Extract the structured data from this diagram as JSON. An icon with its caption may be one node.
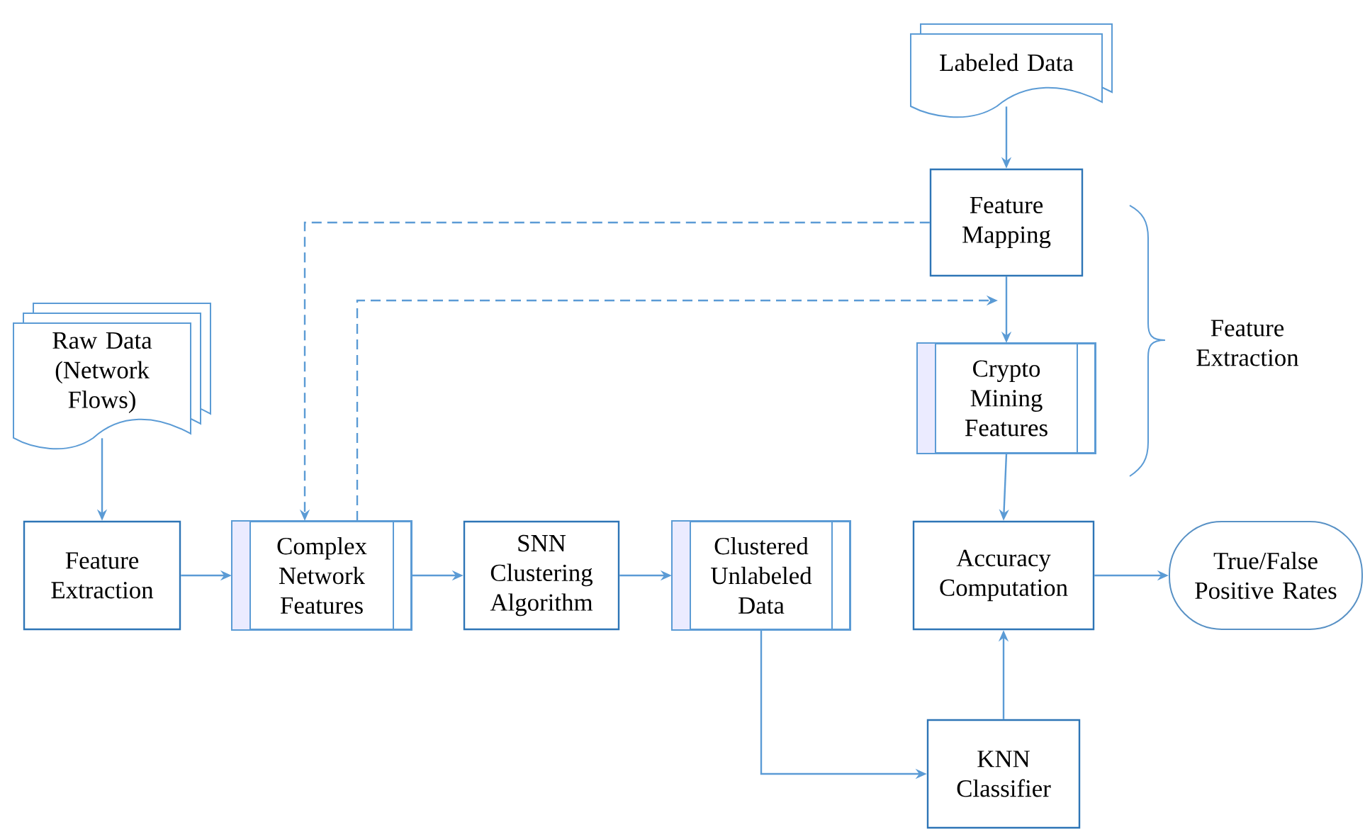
{
  "diagram": {
    "nodes": [
      {
        "text": [
          "Raw Data (Network Flows)"
        ]
      },
      {
        "text": [
          "Labeled Data"
        ]
      },
      {
        "text": [
          "Feature Mapping"
        ]
      },
      {
        "text": [
          "Crypto Mining Features"
        ]
      },
      {
        "text": [
          "Feature Extraction"
        ]
      },
      {
        "text": [
          "Complex Network Features"
        ]
      },
      {
        "text": [
          "SNN Clustering Algorithm"
        ]
      },
      {
        "text": [
          "Clustered Unlabeled Data"
        ]
      },
      {
        "text": [
          "Accuracy Computation"
        ]
      },
      {
        "text": [
          "True/False Positive Rates"
        ]
      },
      {
        "text": [
          "KNN Classifier"
        ]
      }
    ],
    "edges": [
      {
        "from": 0,
        "to": 4,
        "arrow": "to"
      },
      {
        "from": 4,
        "to": 5,
        "arrow": "to"
      },
      {
        "from": 5,
        "to": 6,
        "arrow": "to"
      },
      {
        "from": 6,
        "to": 7,
        "arrow": "to"
      },
      {
        "from": 7,
        "to": 10,
        "arrow": "to"
      },
      {
        "from": 10,
        "to": 8,
        "arrow": "to"
      },
      {
        "from": 8,
        "to": 9,
        "arrow": "to"
      },
      {
        "from": 1,
        "to": 2,
        "arrow": "to"
      },
      {
        "from": 2,
        "to": 3,
        "arrow": "to"
      },
      {
        "from": 3,
        "to": 8,
        "arrow": "to"
      },
      {
        "from": 2,
        "to": 5,
        "arrow": "to",
        "style": "dashed"
      },
      {
        "from": 5,
        "to": null,
        "arrow": "to",
        "style": "dashed"
      }
    ],
    "labels": [
      "Feature Extraction"
    ]
  }
}
